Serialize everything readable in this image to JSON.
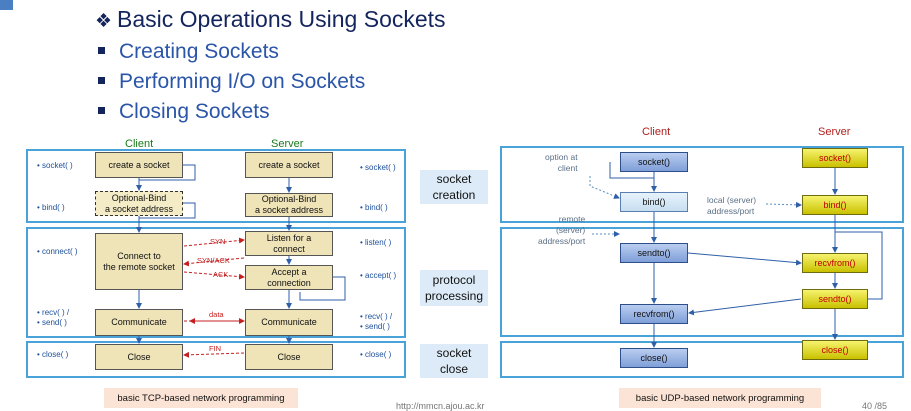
{
  "slide": {
    "title": "Basic Operations Using Sockets",
    "bullets": [
      "Creating Sockets",
      "Performing I/O on Sockets",
      "Closing Sockets"
    ],
    "url": "http://mmcn.ajou.ac.kr",
    "page": "40 /85"
  },
  "phases": {
    "creation": "socket\ncreation",
    "processing": "protocol\nprocessing",
    "close": "socket\nclose"
  },
  "tcp": {
    "client_header": "Client",
    "server_header": "Server",
    "left_labels": [
      "• socket( )",
      "• bind( )",
      "• connect( )",
      "• recv( ) /\n• send( )",
      "• close( )"
    ],
    "right_labels": [
      "• socket( )",
      "• bind( )",
      "• listen( )",
      "• accept( )",
      "• recv( ) /\n• send( )",
      "• close( )"
    ],
    "client_boxes": [
      "create a socket",
      "Optional-Bind\na socket address",
      "Connect to\nthe remote socket",
      "Communicate",
      "Close"
    ],
    "server_boxes": [
      "create a socket",
      "Optional-Bind\na socket address",
      "Listen for a\nconnect",
      "Accept a\nconnection",
      "Communicate",
      "Close"
    ],
    "messages": [
      "SYN",
      "SYN/ACK",
      "ACK",
      "data",
      "FIN"
    ],
    "caption": "basic TCP-based network programming"
  },
  "udp": {
    "client_header": "Client",
    "server_header": "Server",
    "client_boxes": [
      "socket()",
      "bind()",
      "sendto()",
      "recvfrom()",
      "close()"
    ],
    "server_boxes": [
      "socket()",
      "bind()",
      "recvfrom()",
      "sendto()",
      "close()"
    ],
    "notes": {
      "option": "option at\nclient",
      "local": "local (server)\naddress/port",
      "remote": "remote\n(server)\naddress/port"
    },
    "caption": "basic UDP-based network programming"
  },
  "colors": {
    "title": "#14245c",
    "bullet": "#2a55a8",
    "band_border": "#4aa3d8",
    "client_header": "#1a7a1a",
    "server_header": "#1a7a1a",
    "udp_header": "#b0201f",
    "arrow_red": "#c42020"
  }
}
